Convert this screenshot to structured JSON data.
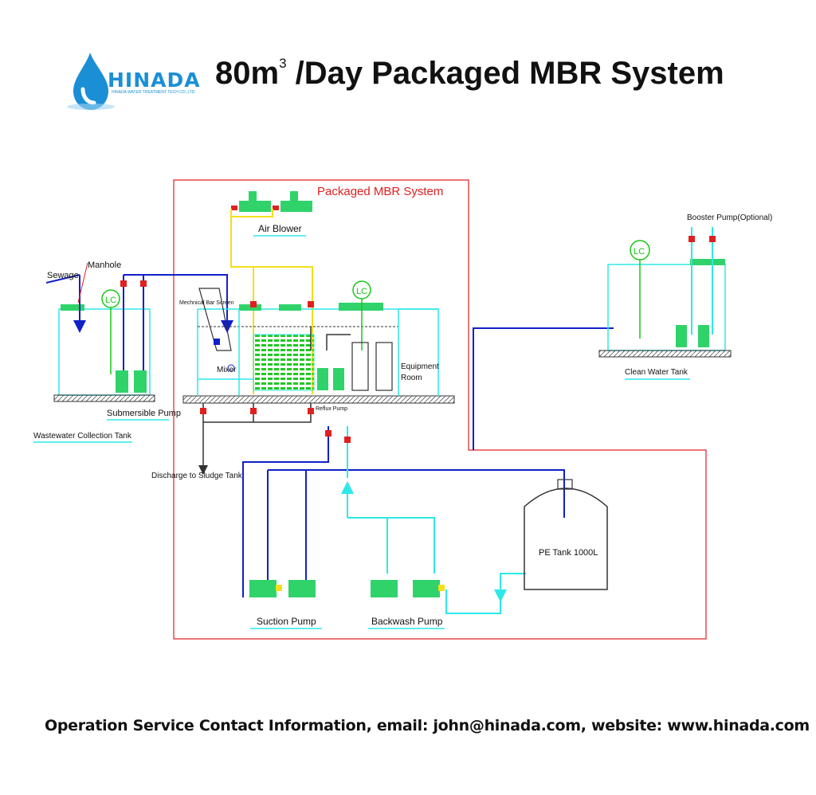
{
  "brand": {
    "name": "HINADA",
    "tagline": "HINADA WATER TREATMENT TECH CO.,LTD",
    "color": "#1a8fd6"
  },
  "title": {
    "prefix": "80m",
    "sup": "3",
    "suffix": " /Day Packaged MBR System"
  },
  "system_label": "Packaged MBR System",
  "labels": {
    "sewage": "Sewage",
    "manhole": "Manhole",
    "mech_bar_screen": "Mechnical Bar Screen",
    "mixer": "Mixer",
    "air_blower": "Air Blower",
    "equipment_room_1": "Equipment",
    "equipment_room_2": "Room",
    "reflux_pump": "Reflux Pump",
    "submersible_pump": "Submersible Pump",
    "wastewater_tank": "Wastewater Collection Tank",
    "discharge": "Discharge to Sludge Tank",
    "booster_pump": "Booster Pump(Optional)",
    "clean_water_tank": "Clean Water Tank",
    "pe_tank": "PE Tank 1000L",
    "suction_pump": "Suction Pump",
    "backwash_pump": "Backwash Pump",
    "lc": "LC"
  },
  "colors": {
    "cyan": "#2ee8e8",
    "blue": "#1020c8",
    "yellow": "#f2e01a",
    "red": "#e02020",
    "green": "#18c818",
    "pump_green": "#2fd36a",
    "dark": "#333333"
  },
  "footer": "Operation Service Contact Information, email: john@hinada.com,  website: www.hinada.com"
}
